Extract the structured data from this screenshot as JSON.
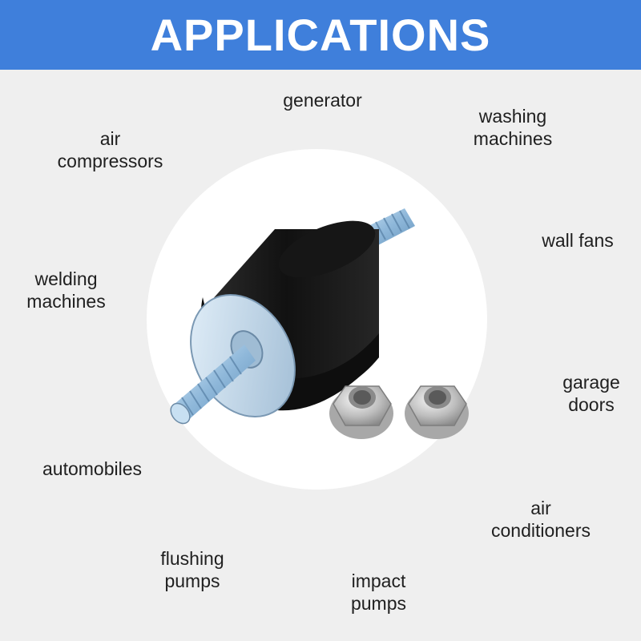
{
  "header": {
    "title": "APPLICATIONS",
    "background": "#3f7fdb"
  },
  "applications": [
    {
      "id": "generator",
      "lines": [
        "generator"
      ]
    },
    {
      "id": "washing-machines",
      "lines": [
        "washing",
        "machines"
      ]
    },
    {
      "id": "air-compressors",
      "lines": [
        "air",
        "compressors"
      ]
    },
    {
      "id": "wall-fans",
      "lines": [
        "wall fans"
      ]
    },
    {
      "id": "welding-machines",
      "lines": [
        "welding",
        "machines"
      ]
    },
    {
      "id": "garage-doors",
      "lines": [
        "garage",
        "doors"
      ]
    },
    {
      "id": "automobiles",
      "lines": [
        "automobiles"
      ]
    },
    {
      "id": "air-conditioners",
      "lines": [
        "air",
        "conditioners"
      ]
    },
    {
      "id": "flushing-pumps",
      "lines": [
        "flushing",
        "pumps"
      ]
    },
    {
      "id": "impact-pumps",
      "lines": [
        "impact",
        "pumps"
      ]
    }
  ],
  "product": {
    "icon": "rubber-vibration-mount-with-stud-and-two-flange-nuts",
    "colors": {
      "rubber": "#1b1b1b",
      "stud": "#9fc3e0",
      "nut": "#c9c9c9"
    }
  }
}
